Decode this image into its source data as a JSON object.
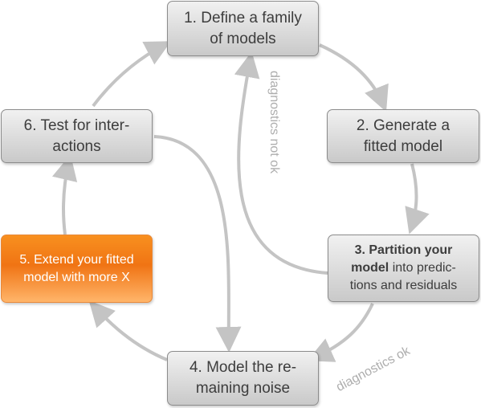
{
  "nodes": {
    "n1": {
      "line1": "1. Define a family",
      "line2": "of models"
    },
    "n2": {
      "line1": "2. Generate a",
      "line2": "fitted model"
    },
    "n3": {
      "line1_bold": "3. Partition your",
      "line2_bold": "model",
      "line2_rest": " into predic-",
      "line3": "tions and residuals"
    },
    "n4": {
      "line1": "4. Model the re-",
      "line2": "maining noise"
    },
    "n5": {
      "line1": "5. Extend your fitted",
      "line2": "model with more X"
    },
    "n6": {
      "line1": "6. Test for inter-",
      "line2": "actions"
    }
  },
  "edge_labels": {
    "not_ok": "diagnostics not ok",
    "ok": "diagnostics ok"
  },
  "colors": {
    "arrow": "#c4c4c4",
    "highlight": "#f07414"
  }
}
